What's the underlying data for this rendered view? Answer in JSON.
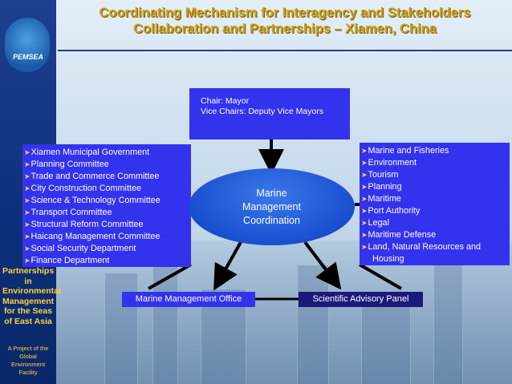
{
  "title": {
    "line1": "Coordinating Mechanism for Interagency and Stakeholders",
    "line2": "Collaboration and Partnerships – Xiamen, China"
  },
  "sidebar": {
    "logo_text": "PEMSEA",
    "program": [
      "Partnerships in",
      "Environmental",
      "Management",
      "for the Seas",
      "of East Asia"
    ],
    "footer": [
      "A Project of the Global",
      "Environment Facility"
    ]
  },
  "chair_box": {
    "line1": "Chair: Mayor",
    "line2": "Vice Chairs: Deputy Vice Mayors"
  },
  "center": {
    "lines": [
      "Marine",
      "Management",
      "Coordination"
    ]
  },
  "left_list": [
    "Xiamen Municipal Government",
    "Planning Committee",
    "Trade and Commerce Committee",
    "City Construction Committee",
    "Science & Technology Committee",
    "Transport Committee",
    "Structural Reform Committee",
    "Haicang Management Committee",
    "Social Security Department",
    "Finance Department"
  ],
  "right_list": [
    "Marine and Fisheries",
    "Environment",
    "Tourism",
    "Planning",
    "Maritime",
    "Port Authority",
    "Legal",
    "Maritime Defense",
    "Land, Natural Resources and Housing"
  ],
  "bottom_boxes": {
    "office": "Marine Management Office",
    "panel": "Scientific Advisory Panel"
  },
  "colors": {
    "box_blue": "#3333ee",
    "panel_navy": "#1a1a7a",
    "title_gold": "#c8a020",
    "arrow": "#000000"
  }
}
